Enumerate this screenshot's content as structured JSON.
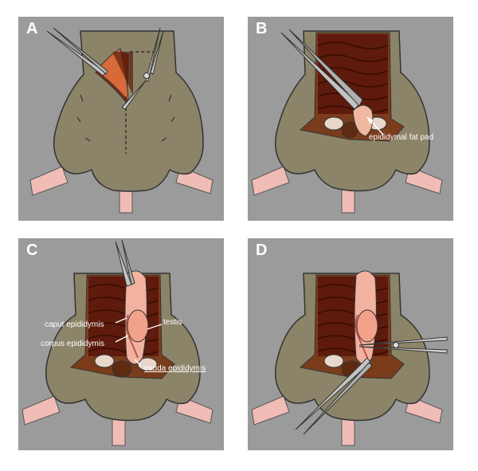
{
  "panels": {
    "a": {
      "letter": "A"
    },
    "b": {
      "letter": "B",
      "labels": {
        "fat_pad": "epididymal fat pad"
      }
    },
    "c": {
      "letter": "C",
      "labels": {
        "testis": "testis",
        "caput": "caput epididymis",
        "corpus": "corpus epididymis",
        "cauda": "cauda epididymis"
      }
    },
    "d": {
      "letter": "D"
    }
  },
  "colors": {
    "background": "#9b9b9b",
    "skin": "#8b8468",
    "body_cavity": "#7b3c1c",
    "intestine": "#5e1a0c",
    "testis": "#f2a28a",
    "instrument": "#b9b9b9",
    "tail": "#efbcb6"
  }
}
